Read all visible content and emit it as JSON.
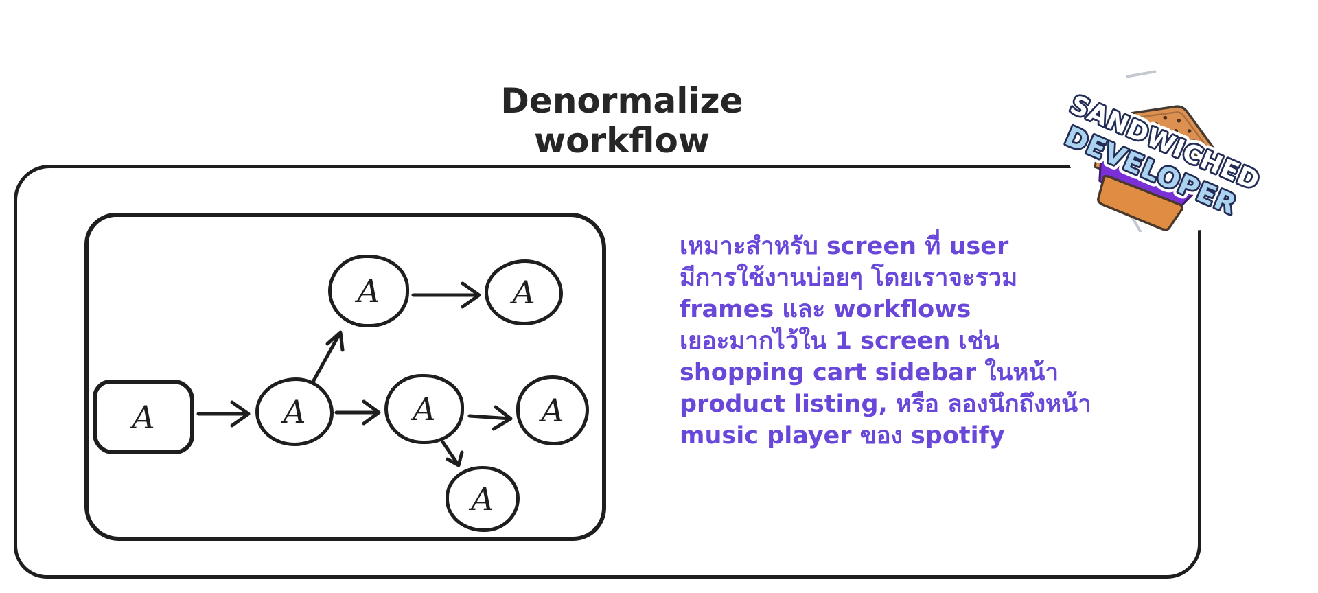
{
  "title": "Denormalize workflow",
  "logo": {
    "line1": "SANDWICHED",
    "line2": "DEVELOPER",
    "colors": {
      "outline": "#232c54",
      "line1_fill": "#ffffff",
      "line2_fill": "#abd2ef",
      "bread": "#dc9150",
      "bread_crust": "#463a30",
      "filling_purple": "#7b2fd6",
      "filling_blue": "#5d7fa3",
      "bottom_bread": "#e08c42"
    }
  },
  "note": {
    "color": "#6847d9",
    "lines": [
      "เหมาะสำหรับ screen ที่ user",
      "มีการใช้งานบ่อยๆ โดยเราจะรวม",
      "frames และ workflows",
      "เยอะมากไว้ใน 1 screen เช่น",
      "shopping cart sidebar ในหน้า",
      "product listing, หรือ ลองนึกถึงหน้า",
      "music player ของ spotify"
    ]
  },
  "diagram": {
    "stroke": "#1e1e1e",
    "nodes": [
      {
        "id": "start",
        "shape": "rounded-square",
        "label": "A"
      },
      {
        "id": "flow-1",
        "shape": "circle",
        "label": "A"
      },
      {
        "id": "flow-2",
        "shape": "circle",
        "label": "A"
      },
      {
        "id": "flow-3",
        "shape": "circle",
        "label": "A"
      },
      {
        "id": "branch-top-1",
        "shape": "circle",
        "label": "A"
      },
      {
        "id": "branch-top-2",
        "shape": "circle",
        "label": "A"
      },
      {
        "id": "branch-bottom",
        "shape": "circle",
        "label": "A"
      }
    ]
  }
}
